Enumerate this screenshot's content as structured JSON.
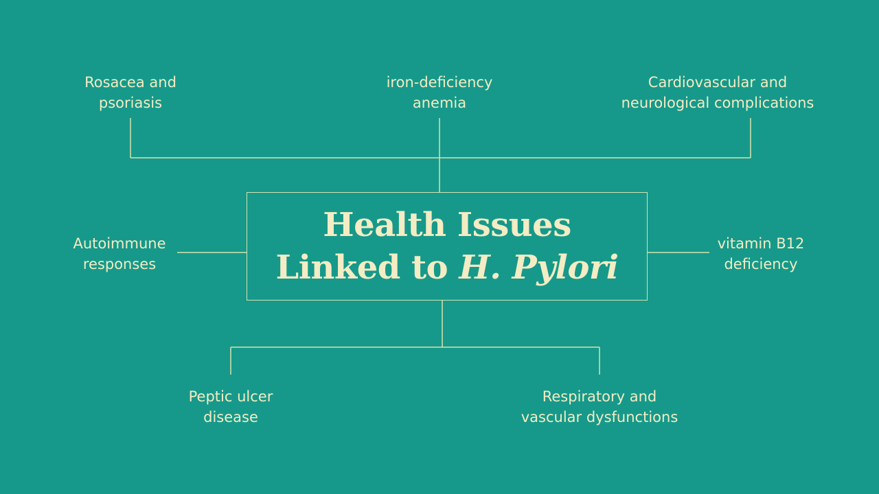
{
  "colors": {
    "background": "#16998a",
    "text": "#f3ecc4",
    "line": "#d6e3b0"
  },
  "center": {
    "title_line1": "Health Issues",
    "title_line2_prefix": "Linked to ",
    "title_line2_italic": "H. Pylori"
  },
  "nodes": {
    "rosacea": "Rosacea and\npsoriasis",
    "iron": "iron-deficiency\nanemia",
    "cardio": "Cardiovascular and\nneurological complications",
    "autoimmune": "Autoimmune\nresponses",
    "b12": "vitamin B12\ndeficiency",
    "peptic": "Peptic ulcer\ndisease",
    "respiratory": "Respiratory and\nvascular dysfunctions"
  }
}
